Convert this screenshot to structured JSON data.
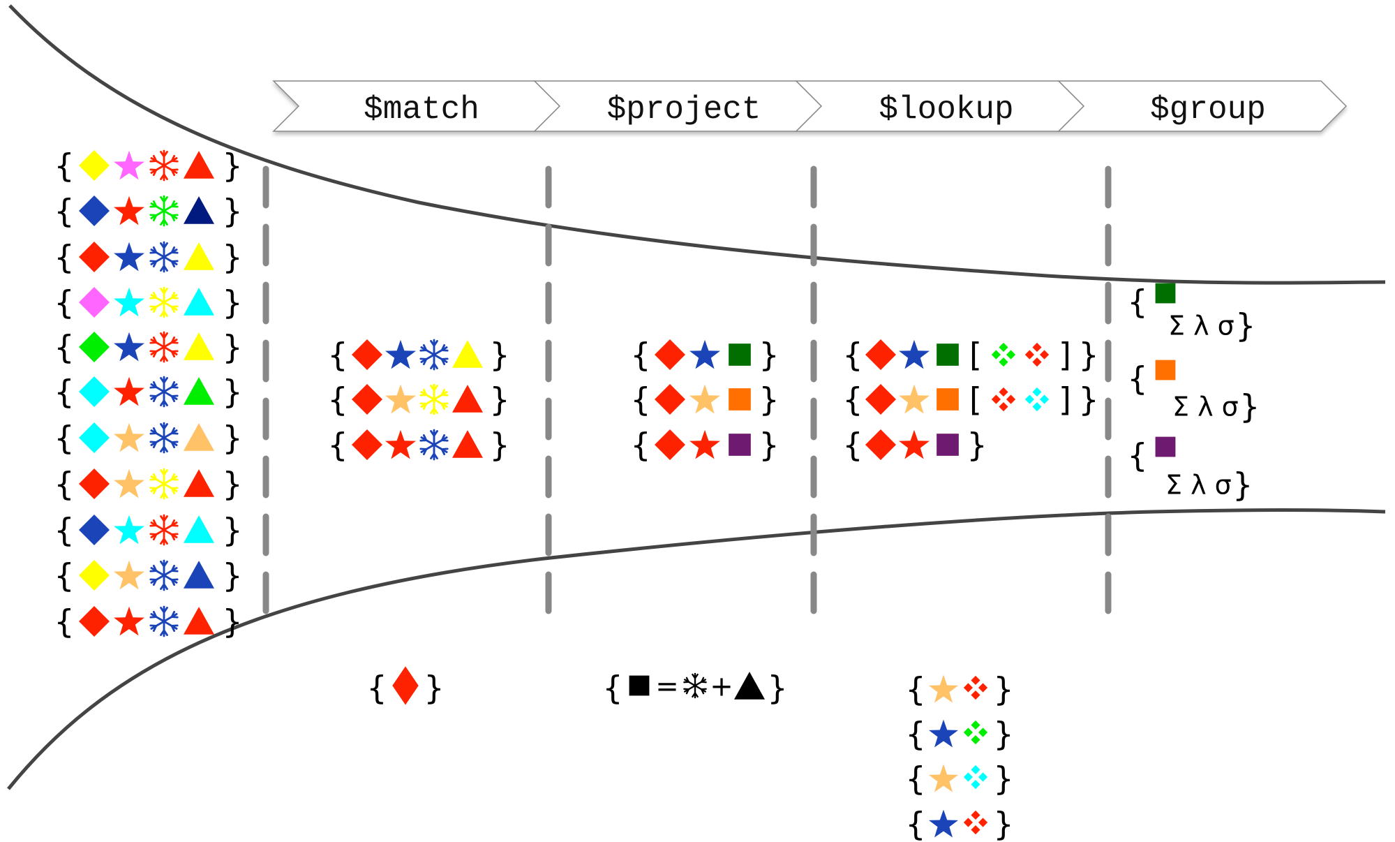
{
  "pipeline": {
    "stages": [
      {
        "label": "$match"
      },
      {
        "label": "$project"
      },
      {
        "label": "$lookup"
      },
      {
        "label": "$group"
      }
    ]
  },
  "colors": {
    "yellow": "#ffff00",
    "pink": "#ff66ff",
    "red": "#ff2200",
    "blue": "#1a44b8",
    "navy": "#001a80",
    "green": "#00ee00",
    "cyan": "#00ffff",
    "peach": "#ffc266",
    "dark_green": "#006f00",
    "orange": "#ff7000",
    "purple": "#6e1a70",
    "black": "#000000",
    "curve": "#444444",
    "dash": "#888888"
  },
  "input_documents": [
    [
      "diamond:yellow",
      "star:pink",
      "snowflake:red",
      "triangle:red"
    ],
    [
      "diamond:blue",
      "star:red",
      "snowflake:green",
      "triangle:navy"
    ],
    [
      "diamond:red",
      "star:blue",
      "snowflake:blue",
      "triangle:yellow"
    ],
    [
      "diamond:pink",
      "star:cyan",
      "snowflake:yellow",
      "triangle:cyan"
    ],
    [
      "diamond:green",
      "star:blue",
      "snowflake:red",
      "triangle:yellow"
    ],
    [
      "diamond:cyan",
      "star:red",
      "snowflake:blue",
      "triangle:green"
    ],
    [
      "diamond:cyan",
      "star:peach",
      "snowflake:blue",
      "triangle:peach"
    ],
    [
      "diamond:red",
      "star:peach",
      "snowflake:yellow",
      "triangle:red"
    ],
    [
      "diamond:blue",
      "star:cyan",
      "snowflake:red",
      "triangle:cyan"
    ],
    [
      "diamond:yellow",
      "star:peach",
      "snowflake:blue",
      "triangle:blue"
    ],
    [
      "diamond:red",
      "star:red",
      "snowflake:blue",
      "triangle:red"
    ]
  ],
  "match_output": [
    [
      "diamond:red",
      "star:blue",
      "snowflake:blue",
      "triangle:yellow"
    ],
    [
      "diamond:red",
      "star:peach",
      "snowflake:yellow",
      "triangle:red"
    ],
    [
      "diamond:red",
      "star:red",
      "snowflake:blue",
      "triangle:red"
    ]
  ],
  "project_output": [
    [
      "diamond:red",
      "star:blue",
      "square:dark_green"
    ],
    [
      "diamond:red",
      "star:peach",
      "square:orange"
    ],
    [
      "diamond:red",
      "star:red",
      "square:purple"
    ]
  ],
  "lookup_output": [
    {
      "fields": [
        "diamond:red",
        "star:blue",
        "square:dark_green"
      ],
      "joined": [
        "cluster:green",
        "cluster:red"
      ]
    },
    {
      "fields": [
        "diamond:red",
        "star:peach",
        "square:orange"
      ],
      "joined": [
        "cluster:red",
        "cluster:cyan"
      ]
    },
    {
      "fields": [
        "diamond:red",
        "star:red",
        "square:purple"
      ],
      "joined": null
    }
  ],
  "group_output": [
    {
      "key": "square:dark_green",
      "accumulators": "Σ λ σ"
    },
    {
      "key": "square:orange",
      "accumulators": "Σ λ σ"
    },
    {
      "key": "square:purple",
      "accumulators": "Σ λ σ"
    }
  ],
  "stage_specs": {
    "match_filter": [
      "diamond-suit:red"
    ],
    "project_expression": {
      "result": "square:black",
      "equals": "=",
      "operand1": "snowflake:black",
      "plus": "+",
      "operand2": "triangle:black"
    },
    "lookup_foreign": [
      [
        "star:peach",
        "cluster:red"
      ],
      [
        "star:blue",
        "cluster:green"
      ],
      [
        "star:peach",
        "cluster:cyan"
      ],
      [
        "star:blue",
        "cluster:red"
      ]
    ]
  },
  "text": {
    "open_brace": "{",
    "close_brace": "}",
    "open_bracket": "[",
    "close_bracket": "]"
  }
}
